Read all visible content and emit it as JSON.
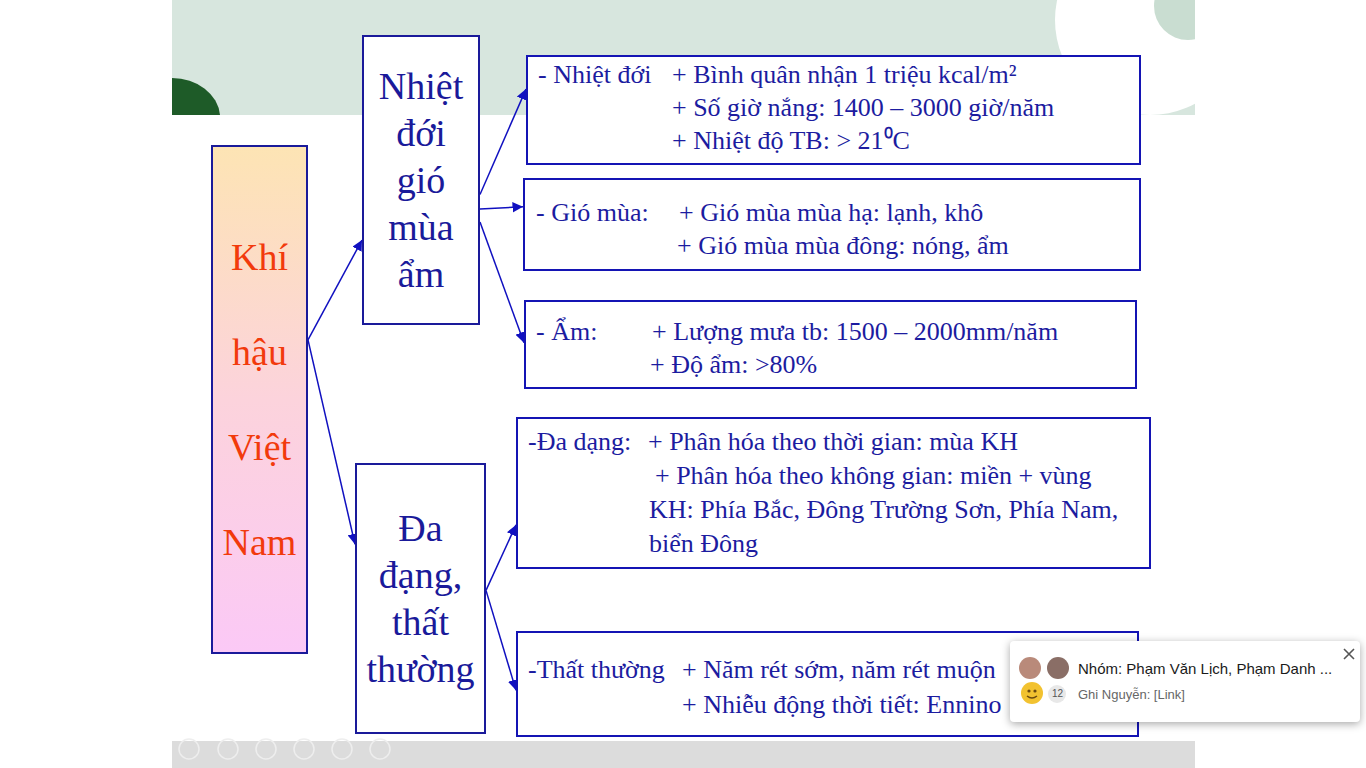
{
  "diagram": {
    "nodes": [
      {
        "text": [
          "Khí hậu Việt Nam"
        ]
      },
      {
        "text": [
          "Nhiệt đới gió mùa ẩm"
        ]
      },
      {
        "text": [
          "- Nhiệt đới",
          "+ Bình quân nhận 1 triệu kcal/m²",
          "+ Số giờ nắng: 1400 – 3000 giờ/năm",
          "+ Nhiệt độ TB: > 21⁰C"
        ]
      },
      {
        "text": [
          "- Gió mùa:",
          "+ Gió mùa mùa hạ: lạnh, khô",
          "+ Gió mùa mùa đông: nóng, ẩm"
        ]
      },
      {
        "text": [
          "- Ẩm:",
          "+ Lượng mưa tb: 1500 – 2000mm/năm",
          "+ Độ ẩm: >80%"
        ]
      },
      {
        "text": [
          "Đa đạng, thất thường"
        ]
      },
      {
        "text": [
          "-Đa dạng:",
          "+ Phân hóa theo thời gian: mùa KH",
          "+ Phân hóa theo không gian: miền + vùng KH: Phía Bắc, Đông Trường Sơn, Phía Nam, biển Đông"
        ]
      },
      {
        "text": [
          "-Thất thường",
          "+ Năm rét sớm, năm rét muộn",
          "+ Nhiễu động thời tiết: Ennino"
        ]
      },
      {
        "text": [
          "Nhóm: Phạm Văn Lịch, Phạm Danh ...",
          "Ghi Nguyễn: [Link]"
        ]
      }
    ],
    "edges": [
      {
        "from": 0,
        "to": 1,
        "arrow": "to"
      },
      {
        "from": 0,
        "to": 5,
        "arrow": "to"
      },
      {
        "from": 1,
        "to": 2,
        "arrow": "to"
      },
      {
        "from": 1,
        "to": 3,
        "arrow": "to"
      },
      {
        "from": 1,
        "to": 4,
        "arrow": "to"
      },
      {
        "from": 5,
        "to": 6,
        "arrow": "to"
      },
      {
        "from": 5,
        "to": 7,
        "arrow": "to"
      }
    ],
    "labels": [
      "12"
    ]
  }
}
